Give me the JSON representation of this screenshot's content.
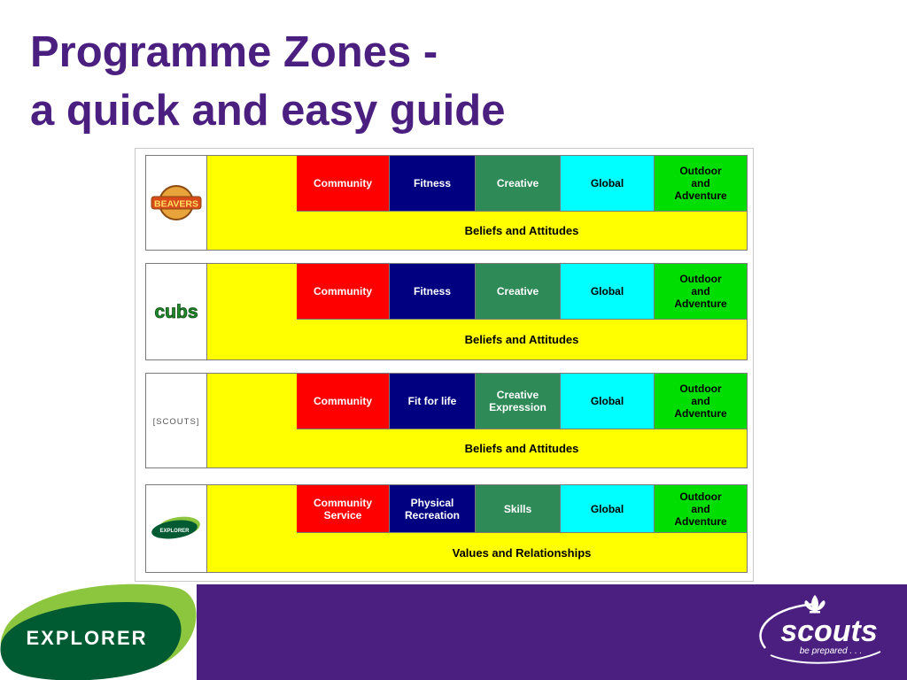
{
  "title": {
    "line1": "Programme Zones -",
    "line2": "a quick and easy guide"
  },
  "rows": [
    {
      "logo": "BEAVERS",
      "zones": [
        {
          "label": "Community",
          "color": "#ff0000",
          "text": "#ffffff"
        },
        {
          "label": "Fitness",
          "color": "#000080",
          "text": "#ffffff"
        },
        {
          "label": "Creative",
          "color": "#2e8b57",
          "text": "#ffffff"
        },
        {
          "label": "Global",
          "color": "#00ffff",
          "text": "#000000"
        },
        {
          "label": "Outdoor\nand\nAdventure",
          "color": "#00dd00",
          "text": "#000000"
        }
      ],
      "band": "Beliefs and Attitudes"
    },
    {
      "logo": "cubs",
      "zones": [
        {
          "label": "Community",
          "color": "#ff0000",
          "text": "#ffffff"
        },
        {
          "label": "Fitness",
          "color": "#000080",
          "text": "#ffffff"
        },
        {
          "label": "Creative",
          "color": "#2e8b57",
          "text": "#ffffff"
        },
        {
          "label": "Global",
          "color": "#00ffff",
          "text": "#000000"
        },
        {
          "label": "Outdoor\nand\nAdventure",
          "color": "#00dd00",
          "text": "#000000"
        }
      ],
      "band": "Beliefs and Attitudes"
    },
    {
      "logo": "[SCOUTS]",
      "zones": [
        {
          "label": "Community",
          "color": "#ff0000",
          "text": "#ffffff"
        },
        {
          "label": "Fit for life",
          "color": "#000080",
          "text": "#ffffff"
        },
        {
          "label": "Creative\nExpression",
          "color": "#2e8b57",
          "text": "#ffffff"
        },
        {
          "label": "Global",
          "color": "#00ffff",
          "text": "#000000"
        },
        {
          "label": "Outdoor\nand\nAdventure",
          "color": "#00dd00",
          "text": "#000000"
        }
      ],
      "band": "Beliefs and Attitudes"
    },
    {
      "logo": "EXPLORER",
      "zones": [
        {
          "label": "Community\nService",
          "color": "#ff0000",
          "text": "#ffffff"
        },
        {
          "label": "Physical\nRecreation",
          "color": "#000080",
          "text": "#ffffff"
        },
        {
          "label": "Skills",
          "color": "#2e8b57",
          "text": "#ffffff"
        },
        {
          "label": "Global",
          "color": "#00ffff",
          "text": "#000000"
        },
        {
          "label": "Outdoor\nand\nAdventure",
          "color": "#00dd00",
          "text": "#000000"
        }
      ],
      "band": "Values and Relationships"
    }
  ],
  "footer": {
    "explorer_logo": "EXPLORER",
    "scouts_logo": "scouts",
    "scouts_tagline": "be prepared . . .",
    "band_color": "#4b1f80"
  }
}
